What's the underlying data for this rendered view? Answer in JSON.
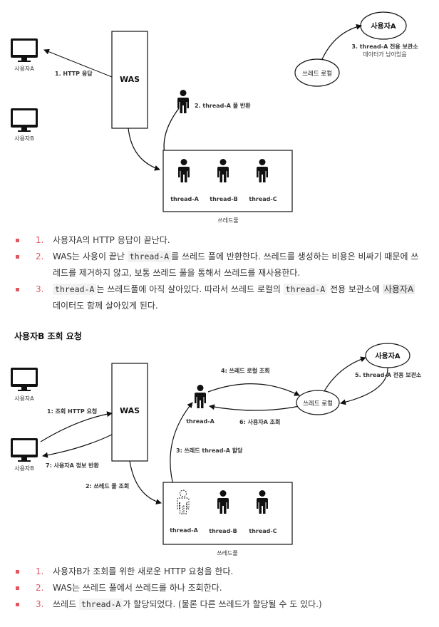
{
  "diagram1": {
    "monitor_a_label": "사용자A",
    "monitor_b_label": "사용자B",
    "was_label": "WAS",
    "http_response_label": "1. HTTP 응답",
    "pool_return_label": "2. thread-A 풀 반환",
    "thread_a": "thread-A",
    "thread_b": "thread-B",
    "thread_c": "thread-C",
    "pool_label": "쓰레드풀",
    "user_a_ellipse": "사용자A",
    "thread_local_ellipse": "쓰레드 로컬",
    "remain_note_line1": "3. thread-A 전용 보관소",
    "remain_note_line2": "데이터가 남아있음"
  },
  "list1": [
    {
      "num": "1.",
      "text": "사용자A의 HTTP 응답이 끝난다."
    },
    {
      "num": "2.",
      "parts": [
        "WAS는 사용이 끝난 ",
        "thread-A",
        "를 쓰레드 풀에 반환한다. 쓰레드를 생성하는 비용은 비싸기 때문에 쓰레드를 제거하지 않고, 보통 쓰레드 풀을 통해서 쓰레드를 재사용한다."
      ]
    },
    {
      "num": "3.",
      "parts": [
        "thread-A",
        "는 쓰레드풀에 아직 살아있다. 따라서 쓰레드 로컬의 ",
        "thread-A",
        " 전용 보관소에 ",
        "사용자A",
        " 데이터도 함께 살아있게 된다."
      ]
    }
  ],
  "section_title": "사용자B 조회 요청",
  "diagram2": {
    "monitor_a_label": "사용자A",
    "monitor_b_label": "사용자B",
    "was_label": "WAS",
    "request_label": "1: 조회 HTTP 요청",
    "return_label": "7: 사용자A 정보 반환",
    "pool_lookup_label": "2: 쓰레드 풀 조회",
    "assign_label": "3: 쓰레드 thread-A 할당",
    "local_lookup_label": "4: 쓰레드 로컬 조회",
    "user_a_lookup_label": "6: 사용자A 조회",
    "store_label": "5. thread-A 전용 보관소",
    "thread_a_top": "thread-A",
    "thread_a": "thread-A",
    "thread_b": "thread-B",
    "thread_c": "thread-C",
    "pool_label": "쓰레드풀",
    "user_a_ellipse": "사용자A",
    "thread_local_ellipse": "쓰레드 로컬"
  },
  "list2": [
    {
      "num": "1.",
      "text": "사용자B가 조회를 위한 새로운 HTTP 요청을 한다."
    },
    {
      "num": "2.",
      "text": "WAS는 쓰레드 풀에서 쓰레드를 하나 조회한다."
    },
    {
      "num": "3.",
      "parts": [
        "쓰레드 ",
        "thread-A",
        "가 할당되었다. (물론 다른 쓰레드가 할당될 수 도 있다.)"
      ]
    }
  ],
  "colors": {
    "bullet": "#e0575f",
    "code_bg": "#f2f2f2"
  },
  "icons": [
    "monitor-icon",
    "person-icon",
    "dashed-person-icon"
  ]
}
